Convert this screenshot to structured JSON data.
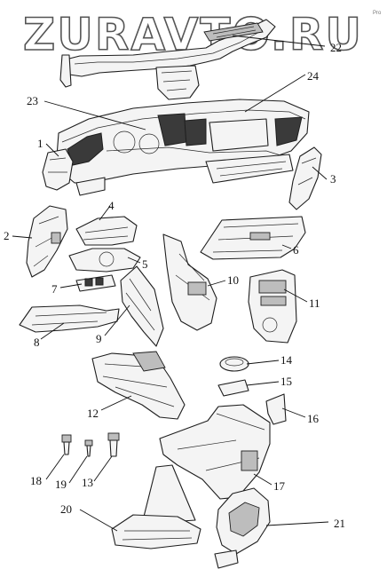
{
  "watermark": {
    "text": "ZURAVTO.RU",
    "corner_mark": "Pro"
  },
  "diagram": {
    "callouts": [
      {
        "id": "c1",
        "label": "1"
      },
      {
        "id": "c2",
        "label": "2"
      },
      {
        "id": "c3",
        "label": "3"
      },
      {
        "id": "c4",
        "label": "4"
      },
      {
        "id": "c5",
        "label": "5"
      },
      {
        "id": "c6",
        "label": "6"
      },
      {
        "id": "c7",
        "label": "7"
      },
      {
        "id": "c8",
        "label": "8"
      },
      {
        "id": "c9",
        "label": "9"
      },
      {
        "id": "c10",
        "label": "10"
      },
      {
        "id": "c11",
        "label": "11"
      },
      {
        "id": "c12",
        "label": "12"
      },
      {
        "id": "c13",
        "label": "13"
      },
      {
        "id": "c14",
        "label": "14"
      },
      {
        "id": "c15",
        "label": "15"
      },
      {
        "id": "c16",
        "label": "16"
      },
      {
        "id": "c17",
        "label": "17"
      },
      {
        "id": "c18",
        "label": "18"
      },
      {
        "id": "c19",
        "label": "19"
      },
      {
        "id": "c20",
        "label": "20"
      },
      {
        "id": "c21",
        "label": "21"
      },
      {
        "id": "c22",
        "label": "22"
      },
      {
        "id": "c23",
        "label": "23"
      },
      {
        "id": "c24",
        "label": "24"
      }
    ]
  }
}
